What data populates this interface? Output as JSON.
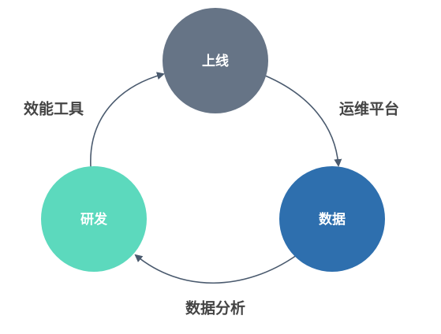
{
  "nodes": {
    "launch": {
      "label": "上线",
      "color": "#667486"
    },
    "data": {
      "label": "数据",
      "color": "#2e6fae"
    },
    "dev": {
      "label": "研发",
      "color": "#5cd9bd"
    }
  },
  "edges": {
    "launch_to_data": {
      "label": "运维平台"
    },
    "data_to_dev": {
      "label": "数据分析"
    },
    "dev_to_launch": {
      "label": "效能工具"
    }
  },
  "colors": {
    "arrow": "#4a5a6e",
    "edge_text": "#444444",
    "node_text": "#ffffff"
  }
}
